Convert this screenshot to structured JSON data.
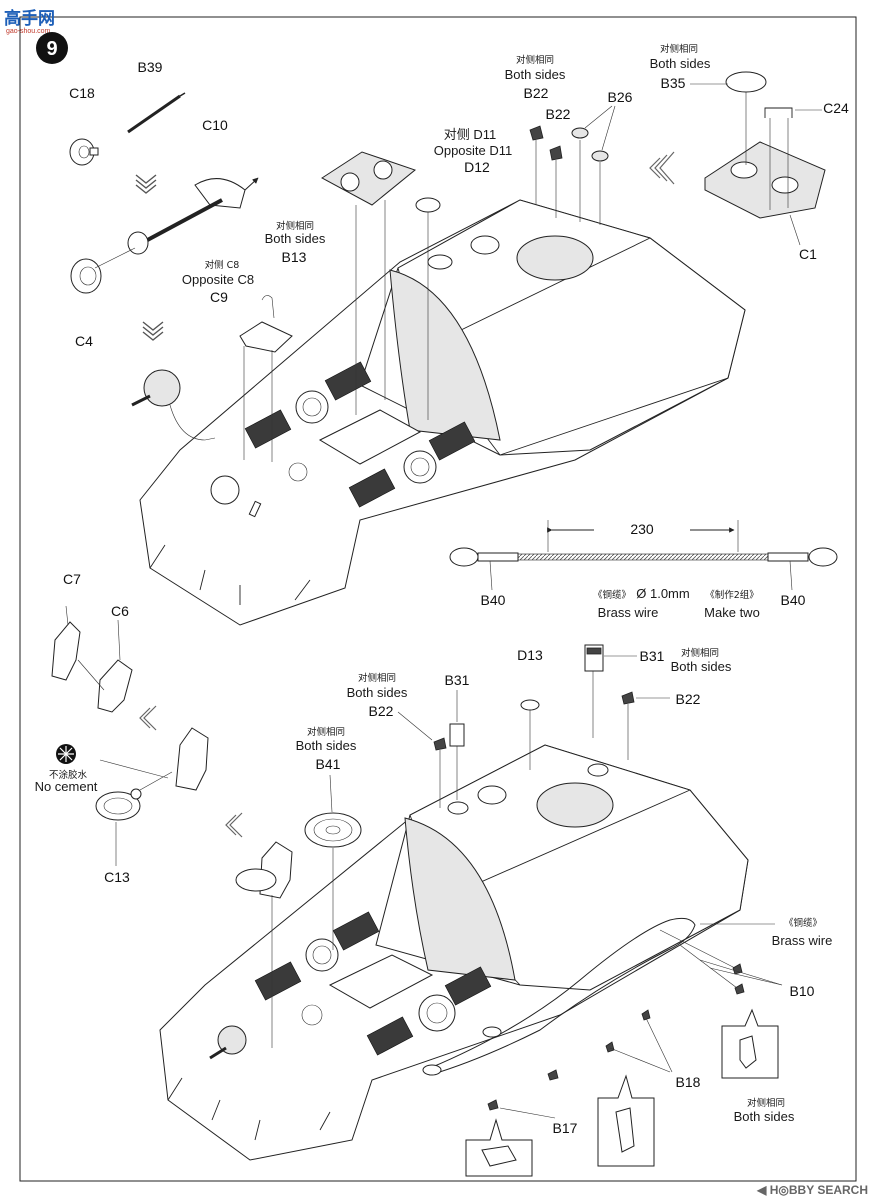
{
  "step": {
    "number": "9"
  },
  "site_logo": {
    "chars": "高手网",
    "domain": "gao-shou.com"
  },
  "watermark": {
    "text": "HOBBY SEARCH",
    "mark": "◀ H◎BBY SEARCH"
  },
  "upper": {
    "B39": "B39",
    "C18": "C18",
    "C10": "C10",
    "C4": "C4",
    "B13": {
      "cn": "对侧相同",
      "en": "Both sides",
      "part": "B13"
    },
    "C8": {
      "cn": "对侧 C8",
      "en": "Opposite C8",
      "part": "C9"
    },
    "D11": {
      "cn": "对侧 D11",
      "en": "Opposite D11",
      "part": "D12"
    },
    "B22": {
      "cn": "对侧相同",
      "en": "Both sides",
      "part": "B22",
      "part2": "B22"
    },
    "B26": "B26",
    "B35": {
      "cn": "对侧相同",
      "en": "Both sides",
      "part": "B35"
    },
    "C24": "C24",
    "C1": "C1"
  },
  "cable": {
    "length": "230",
    "cn_wire": "《铜缆》",
    "diameter": "Ø 1.0mm",
    "en_wire": "Brass wire",
    "cn_make": "《制作2组》",
    "en_make": "Make two",
    "left_part": "B40",
    "right_part": "B40"
  },
  "left_side": {
    "C7": "C7",
    "C6": "C6",
    "no_cement_cn": "不涂胶水",
    "no_cement_en": "No cement",
    "C13": "C13"
  },
  "lower": {
    "D13": "D13",
    "B31_right": {
      "part": "B31",
      "cn": "对侧相同",
      "en": "Both sides"
    },
    "B22_right": "B22",
    "B22_left": {
      "cn": "对侧相同",
      "en": "Both sides",
      "part": "B22"
    },
    "B31_left": "B31",
    "B41": {
      "cn": "对侧相同",
      "en": "Both sides",
      "part": "B41"
    },
    "wire": {
      "cn": "《铜缆》",
      "en": "Brass wire"
    },
    "B10": "B10",
    "B18": "B18",
    "B17": "B17",
    "both_sides": {
      "cn": "对侧相同",
      "en": "Both sides"
    }
  }
}
